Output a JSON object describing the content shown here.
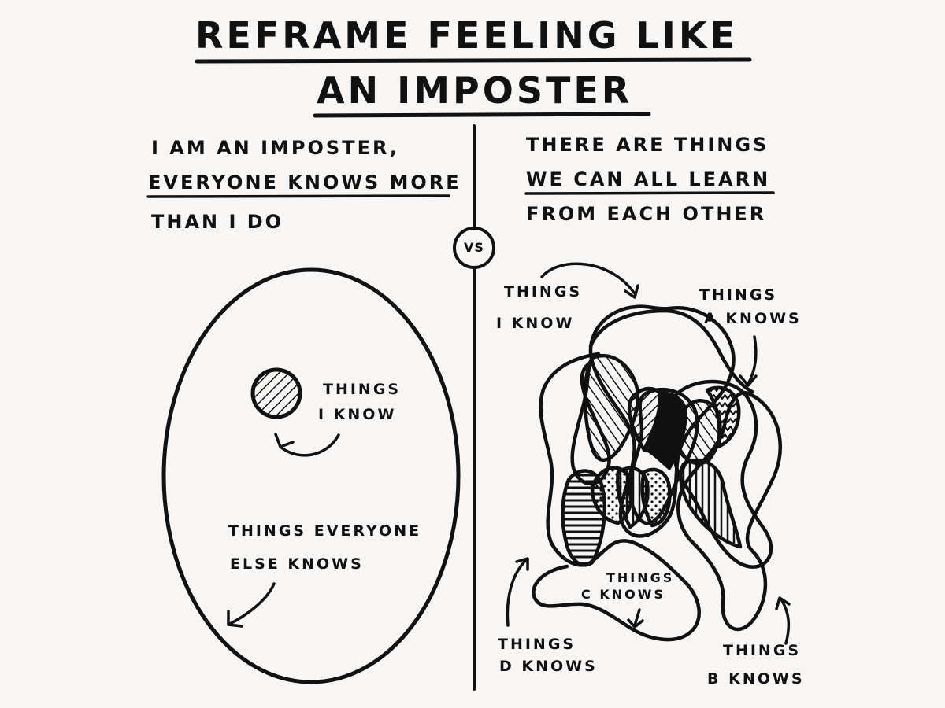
{
  "title": {
    "line1": "REFRAME FEELING LIKE",
    "line2": "AN IMPOSTER"
  },
  "left": {
    "statement": [
      "I AM AN IMPOSTER,",
      "EVERYONE KNOWS MORE",
      "THAN I DO"
    ],
    "inner_label": [
      "THINGS",
      "I KNOW"
    ],
    "outer_label": [
      "THINGS EVERYONE",
      "ELSE KNOWS"
    ]
  },
  "divider": {
    "vs": "VS"
  },
  "right": {
    "statement": [
      "THERE ARE THINGS",
      "WE CAN ALL LEARN",
      "FROM EACH OTHER"
    ],
    "labels": {
      "i_know": [
        "THINGS",
        "I KNOW"
      ],
      "a_knows": [
        "THINGS",
        "A KNOWS"
      ],
      "c_knows": [
        "THINGS",
        "C KNOWS"
      ],
      "d_knows": [
        "THINGS",
        "D KNOWS"
      ],
      "b_knows": [
        "THINGS",
        "B KNOWS"
      ]
    }
  },
  "colors": {
    "ink": "#111111",
    "paper": "#f7f6f4"
  }
}
